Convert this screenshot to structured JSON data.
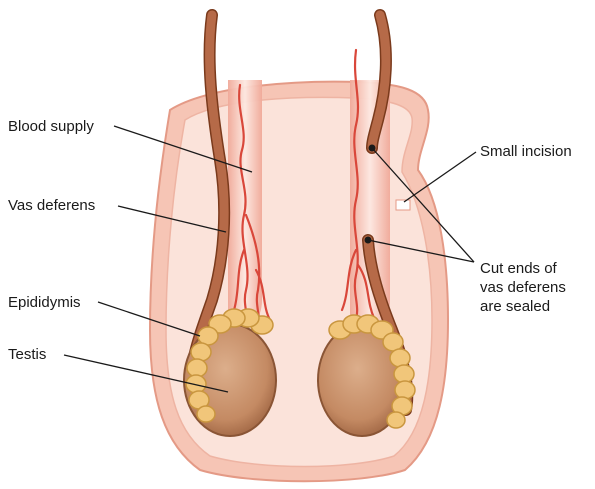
{
  "labels": {
    "blood_supply": "Blood supply",
    "vas_deferens": "Vas deferens",
    "epididymis": "Epididymis",
    "testis": "Testis",
    "small_incision": "Small incision",
    "cut_ends": [
      "Cut ends of",
      "vas deferens",
      "are sealed"
    ]
  },
  "colors": {
    "skin": "#f7cbbd",
    "skin_light": "#fbe3da",
    "skin_edge": "#e49a86",
    "vas_deferens": "#b66a48",
    "vas_outline": "#7a3a1c",
    "vessel": "#d9473a",
    "testis": "#c9916b",
    "epididymis": "#f1c67a",
    "leader_line": "#1a1a1a"
  }
}
